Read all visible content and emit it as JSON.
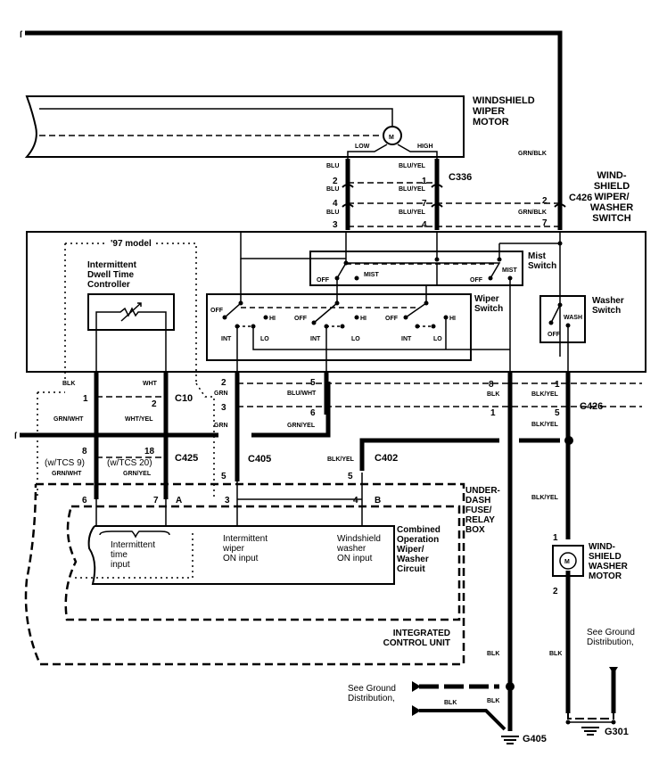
{
  "components": {
    "wiper_motor": {
      "label": [
        "WINDSHIELD",
        "WIPER",
        "MOTOR"
      ],
      "motor_symbol": "M",
      "low": "LOW",
      "high": "HIGH"
    },
    "wiper_washer_switch": {
      "label": [
        "WIND-",
        "SHIELD",
        "WIPER/",
        "WASHER",
        "SWITCH"
      ]
    },
    "model_97": "'97 model",
    "dwell_controller": {
      "label": [
        "Intermittent",
        "Dwell Time",
        "Controller"
      ]
    },
    "mist_switch": {
      "label": [
        "Mist",
        "Switch"
      ],
      "off": "OFF",
      "mist": "MIST",
      "off2": "OFF",
      "mist2": "MIST"
    },
    "wiper_switch": {
      "label": [
        "Wiper",
        "Switch"
      ],
      "off": "OFF",
      "hi": "HI",
      "int": "INT",
      "lo": "LO",
      "off2": "OFF",
      "hi2": "HI",
      "int2": "INT",
      "lo2": "LO",
      "off3": "OFF",
      "hi3": "HI",
      "int3": "INT",
      "lo3": "LO"
    },
    "washer_switch": {
      "label": [
        "Washer",
        "Switch"
      ],
      "wash": "WASH",
      "off": "OFF"
    },
    "underdash": {
      "label": [
        "UNDER-",
        "DASH",
        "FUSE/",
        "RELAY",
        "BOX"
      ]
    },
    "combined": {
      "label": [
        "Combined",
        "Operation",
        "Wiper/",
        "Washer",
        "Circuit"
      ]
    },
    "icu": {
      "label": [
        "INTEGRATED",
        "CONTROL UNIT"
      ]
    },
    "inputs": {
      "time": [
        "Intermittent",
        "time",
        "input"
      ],
      "wiper": [
        "Intermittent",
        "wiper",
        "ON input"
      ],
      "washer": [
        "Windshield",
        "washer",
        "ON input"
      ]
    },
    "washer_motor": {
      "label": [
        "WIND-",
        "SHIELD",
        "WASHER",
        "MOTOR"
      ],
      "motor_symbol": "M",
      "pin1": "1",
      "pin2": "2"
    },
    "ground_dist_1": [
      "See Ground",
      "Distribution,"
    ],
    "ground_dist_2": [
      "See Ground",
      "Distribution,"
    ],
    "g405": "G405",
    "g301": "G301"
  },
  "connectors": {
    "c336": "C336",
    "c426_top": "C426",
    "c426_bot": "C426",
    "c10": "C10",
    "c425": "C425",
    "c405": "C405",
    "c402": "C402"
  },
  "wires": {
    "blu1": "BLU",
    "blu2": "BLU",
    "blu3": "BLU",
    "bluyel1": "BLU/YEL",
    "bluyel2": "BLU/YEL",
    "bluyel3": "BLU/YEL",
    "grnblk1": "GRN/BLK",
    "grnblk2": "GRN/BLK",
    "blk_c10": "BLK",
    "wht_c10": "WHT",
    "grnwht1": "GRN/WHT",
    "whtyel": "WHT/YEL",
    "grnwht2": "GRN/WHT",
    "grnyel_c425": "GRN/YEL",
    "grn1": "GRN",
    "grn2": "GRN",
    "bluwht": "BLU/WHT",
    "grnyel": "GRN/YEL",
    "blkyel_c402": "BLK/YEL",
    "blk_c426": "BLK",
    "blkyel1": "BLK/YEL",
    "blkyel2": "BLK/YEL",
    "blkyel3": "BLK/YEL",
    "blk_g405a": "BLK",
    "blk_g405b": "BLK",
    "blk_g405c": "BLK",
    "blk_g301": "BLK"
  },
  "pins": {
    "c336_2": "2",
    "c336_1": "1",
    "c336_4a": "4",
    "c336_7": "7",
    "c336_3": "3",
    "c336_4b": "4",
    "c426_2": "2",
    "c426_7": "7",
    "c10_1": "1",
    "c10_2": "2",
    "c425_8": "8",
    "c425_8n": "(w/TCS 9)",
    "c425_18": "18",
    "c425_18n": "(w/TCS 20)",
    "icu_6": "6",
    "icu_7": "7",
    "icu_A": "A",
    "c405_2": "2",
    "c405_3": "3",
    "c405_5a": "5",
    "c405_6": "6",
    "c405_5b": "5",
    "ufb_3": "3",
    "c402_5": "5",
    "ufb_4": "4",
    "ufb_B": "B",
    "c426_8": "8",
    "c426_1a": "1",
    "c426_1b": "1",
    "c426_5": "5"
  }
}
